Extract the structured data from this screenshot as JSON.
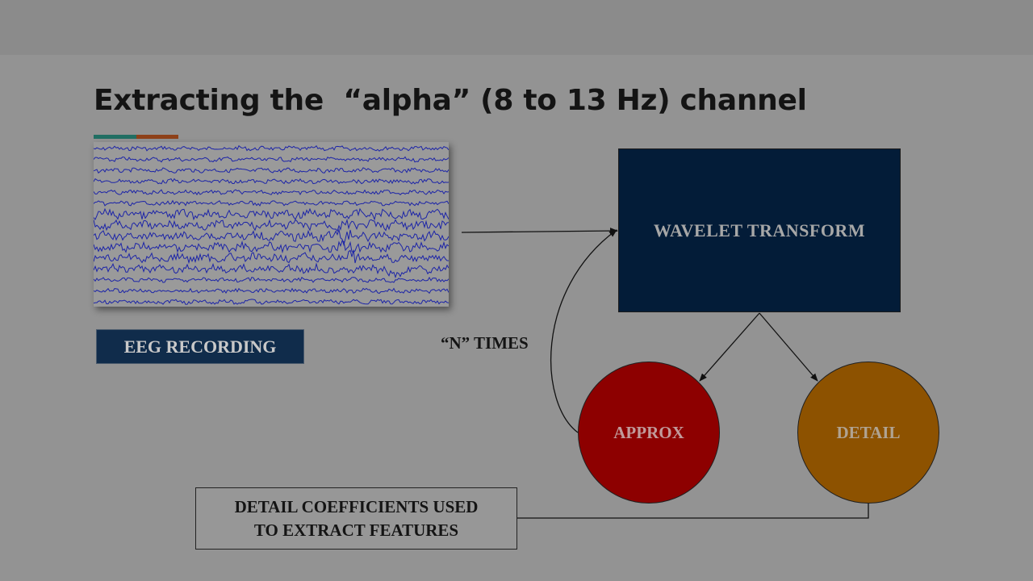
{
  "slide": {
    "title": "Extracting the  “alpha” (8 to 13 Hz) channel",
    "accent_colors": [
      "#216f63",
      "#8e4119"
    ]
  },
  "eeg": {
    "label": "EEG RECORDING",
    "trace_color": "#1c24a8"
  },
  "diagram": {
    "transform_label": "WAVELET TRANSFORM",
    "approx_label": "APPROX",
    "detail_label": "DETAIL",
    "loop_label": "“N” TIMES",
    "output_lines": [
      "DETAIL COEFFICIENTS USED",
      "TO EXTRACT FEATURES"
    ],
    "colors": {
      "transform": "#031c38",
      "approx": "#8d0000",
      "detail": "#8d5200",
      "label_box": "#102c4b"
    }
  }
}
